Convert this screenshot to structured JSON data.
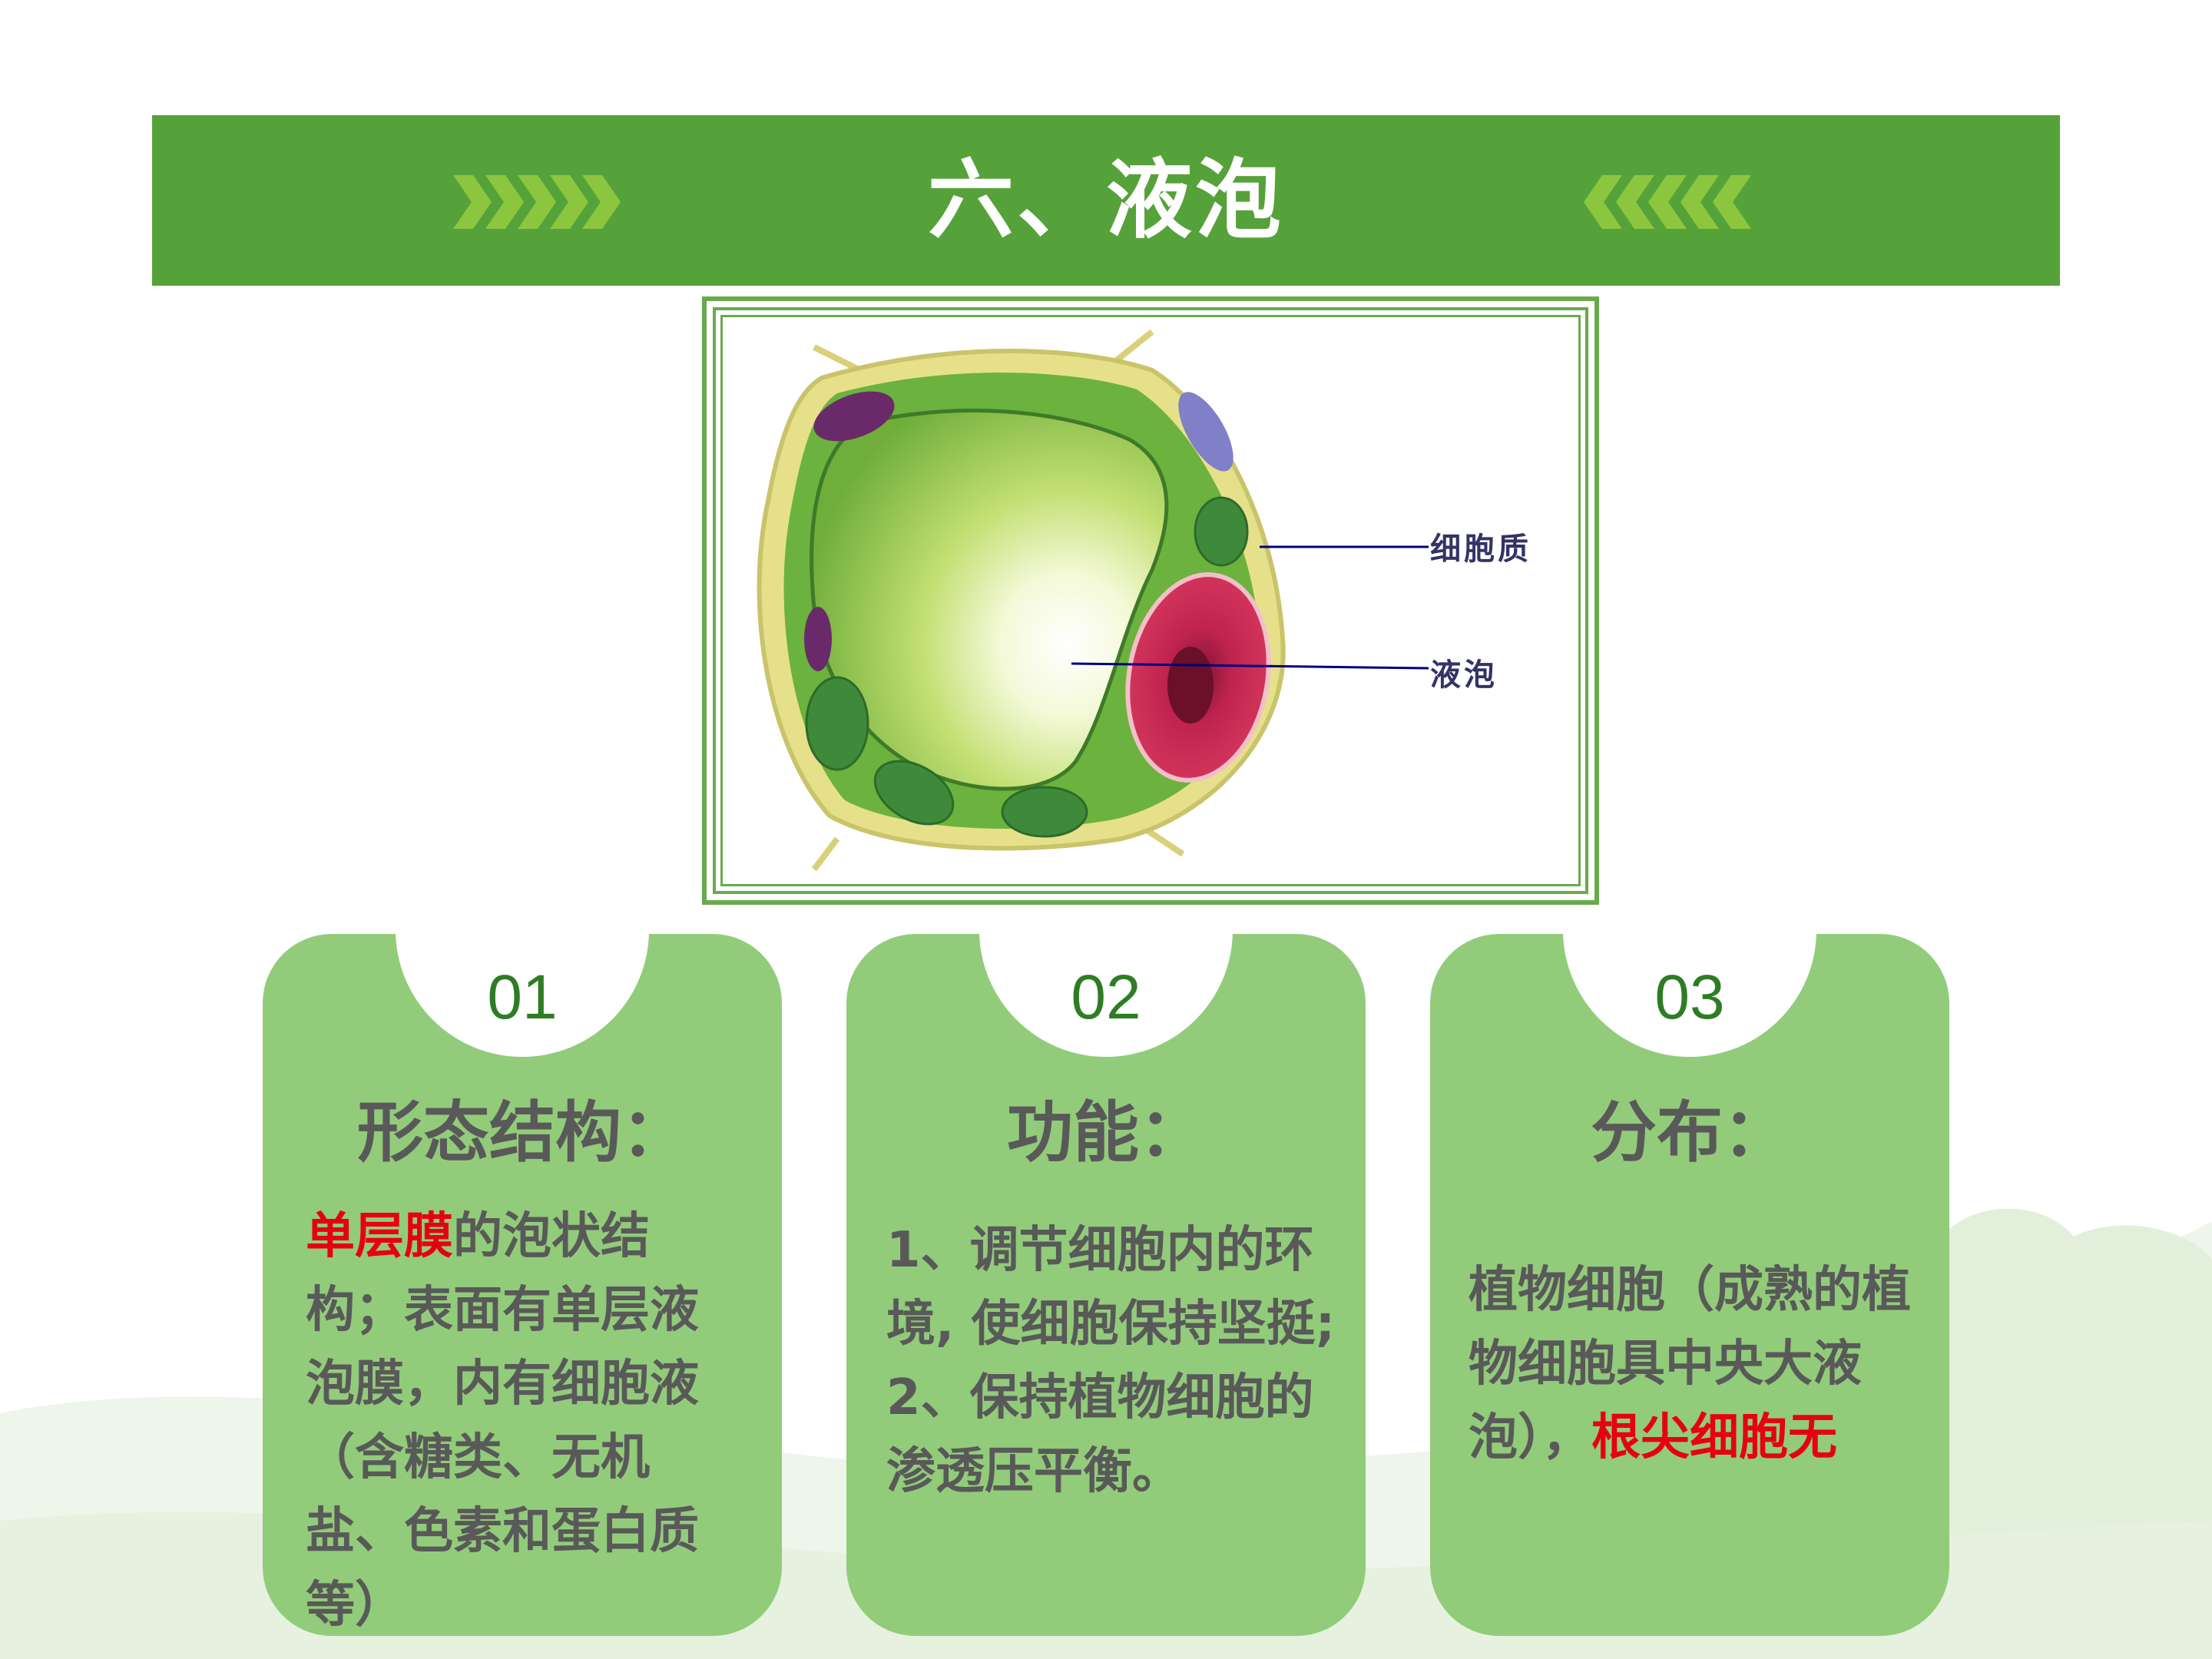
{
  "title": "六、液泡",
  "figure": {
    "label_cytoplasm": "细胞质",
    "label_vacuole": "液泡"
  },
  "cards": [
    {
      "number": "01",
      "heading": "形态结构：",
      "body_highlight": "单层膜",
      "body_text": "的泡状结构；表面有单层液泡膜，内有细胞液（含糖类、无机盐、色素和蛋白质等）"
    },
    {
      "number": "02",
      "heading": "功能：",
      "body_line1": "1、调节细胞内的环境, 使细胞保持坚挺;",
      "body_line2": "2、保持植物细胞的渗透压平衡。"
    },
    {
      "number": "03",
      "heading": "分布：",
      "body_text": "植物细胞（成熟的植物细胞具中央大液泡），",
      "body_highlight": "根尖细胞无"
    }
  ],
  "colors": {
    "title_bar": "#56a23a",
    "card": "#92cc7a",
    "number": "#2e7d24",
    "highlight": "#e60012"
  }
}
